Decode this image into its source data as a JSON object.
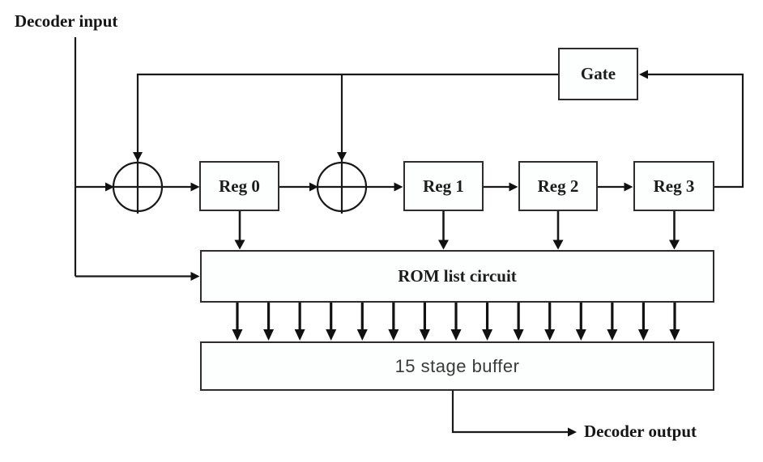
{
  "diagram": {
    "input_label": "Decoder input",
    "output_label": "Decoder output",
    "gate_label": "Gate",
    "registers": [
      "Reg 0",
      "Reg 1",
      "Reg 2",
      "Reg 3"
    ],
    "rom_label": "ROM list circuit",
    "buffer_label": "15 stage buffer",
    "buffer_stage_count": 15,
    "xor_gate_count": 2,
    "colors": {
      "line": "#191919",
      "arrow": "#111111",
      "box_border": "#2d2d2d",
      "box_fill": "#fdfefe",
      "background": "#ffffff",
      "text": "#1c1c1c"
    }
  }
}
